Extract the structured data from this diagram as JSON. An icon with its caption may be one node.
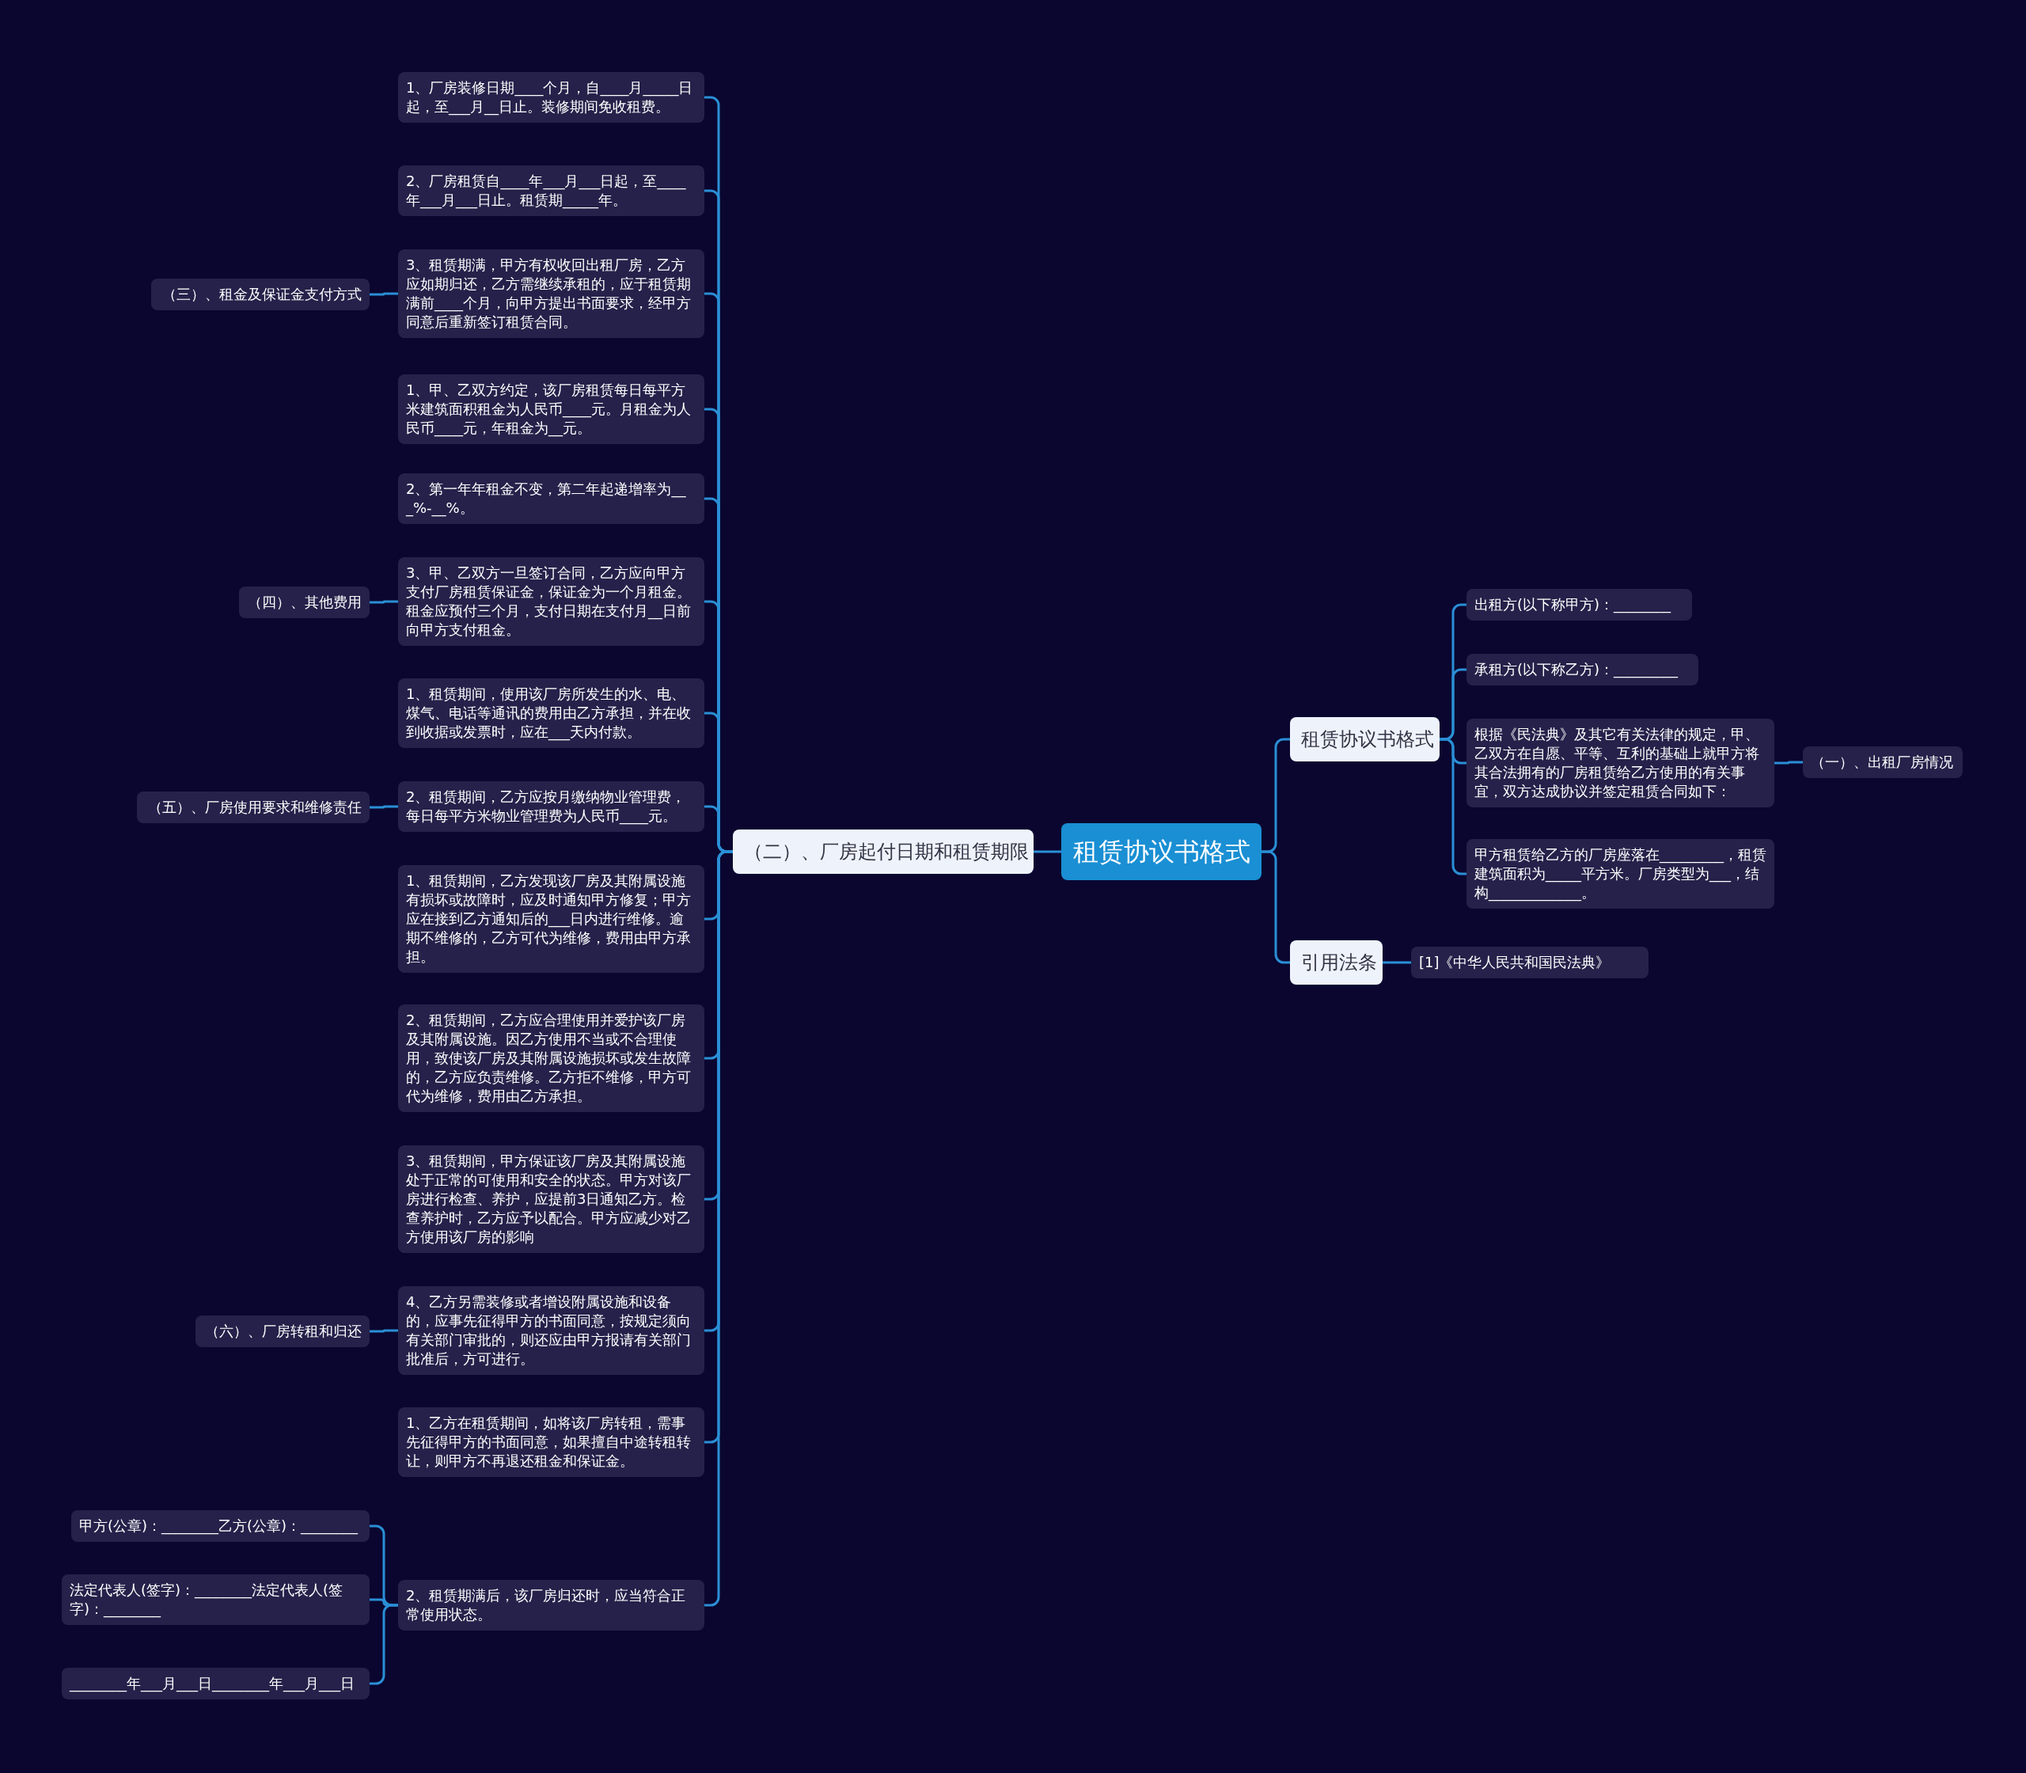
{
  "diagram": {
    "nodes": [
      {
        "text": [
          "租赁协议书格式"
        ]
      },
      {
        "text": [
          "（二）、厂房起付日期和租赁期限"
        ]
      },
      {
        "text": [
          "1、厂房装修日期____个月，自____月_____日起，至___月__日止。装修期间免收租费。"
        ]
      },
      {
        "text": [
          "2、厂房租赁自____年___月___日起，至____年___月___日止。租赁期_____年。"
        ]
      },
      {
        "text": [
          "3、租赁期满，甲方有权收回出租厂房，乙方应如期归还，乙方需继续承租的，应于租赁期满前____个月，向甲方提出书面要求，经甲方同意后重新签订租赁合同。"
        ]
      },
      {
        "text": [
          "1、甲、乙双方约定，该厂房租赁每日每平方米建筑面积租金为人民币____元。月租金为人民币____元，年租金为__元。"
        ]
      },
      {
        "text": [
          "2、第一年年租金不变，第二年起递增率为___%-__%。"
        ]
      },
      {
        "text": [
          "3、甲、乙双方一旦签订合同，乙方应向甲方支付厂房租赁保证金，保证金为一个月租金。租金应预付三个月，支付日期在支付月__日前向甲方支付租金。"
        ]
      },
      {
        "text": [
          "1、租赁期间，使用该厂房所发生的水、电、煤气、电话等通讯的费用由乙方承担，并在收到收据或发票时，应在___天内付款。"
        ]
      },
      {
        "text": [
          "2、租赁期间，乙方应按月缴纳物业管理费，每日每平方米物业管理费为人民币____元。"
        ]
      },
      {
        "text": [
          "1、租赁期间，乙方发现该厂房及其附属设施有损坏或故障时，应及时通知甲方修复；甲方应在接到乙方通知后的___日内进行维修。逾期不维修的，乙方可代为维修，费用由甲方承担。"
        ]
      },
      {
        "text": [
          "2、租赁期间，乙方应合理使用并爱护该厂房及其附属设施。因乙方使用不当或不合理使用，致使该厂房及其附属设施损坏或发生故障的，乙方应负责维修。乙方拒不维修，甲方可代为维修，费用由乙方承担。"
        ]
      },
      {
        "text": [
          "3、租赁期间，甲方保证该厂房及其附属设施处于正常的可使用和安全的状态。甲方对该厂房进行检查、养护，应提前3日通知乙方。检查养护时，乙方应予以配合。甲方应减少对乙方使用该厂房的影响"
        ]
      },
      {
        "text": [
          "4、乙方另需装修或者增设附属设施和设备的，应事先征得甲方的书面同意，按规定须向有关部门审批的，则还应由甲方报请有关部门批准后，方可进行。"
        ]
      },
      {
        "text": [
          "1、乙方在租赁期间，如将该厂房转租，需事先征得甲方的书面同意，如果擅自中途转租转让，则甲方不再退还租金和保证金。"
        ]
      },
      {
        "text": [
          "2、租赁期满后，该厂房归还时，应当符合正常使用状态。"
        ]
      },
      {
        "text": [
          "（三）、租金及保证金支付方式"
        ]
      },
      {
        "text": [
          "（四）、其他费用"
        ]
      },
      {
        "text": [
          "（五）、厂房使用要求和维修责任"
        ]
      },
      {
        "text": [
          "（六）、厂房转租和归还"
        ]
      },
      {
        "text": [
          "甲方(公章)：________乙方(公章)：________"
        ]
      },
      {
        "text": [
          "法定代表人(签字)：________法定代表人(签字)：________"
        ]
      },
      {
        "text": [
          "________年___月___日________年___月___日"
        ]
      },
      {
        "text": [
          "租赁协议书格式"
        ]
      },
      {
        "text": [
          "出租方(以下称甲方)：________"
        ]
      },
      {
        "text": [
          "承租方(以下称乙方)：_________"
        ]
      },
      {
        "text": [
          "根据《民法典》及其它有关法律的规定，甲、乙双方在自愿、平等、互利的基础上就甲方将其合法拥有的厂房租赁给乙方使用的有关事宜，双方达成协议并签定租赁合同如下："
        ]
      },
      {
        "text": [
          "甲方租赁给乙方的厂房座落在_________，租赁建筑面积为_____平方米。厂房类型为___，结构_____________。"
        ]
      },
      {
        "text": [
          "（一）、出租厂房情况"
        ]
      },
      {
        "text": [
          "引用法条"
        ]
      },
      {
        "text": [
          "[1]《中华人民共和国民法典》"
        ]
      }
    ],
    "edges": [
      {
        "from": 0,
        "to": 1,
        "arrow": "none"
      },
      {
        "from": 1,
        "to": 2,
        "arrow": "none"
      },
      {
        "from": 1,
        "to": 3,
        "arrow": "none"
      },
      {
        "from": 1,
        "to": 4,
        "arrow": "none"
      },
      {
        "from": 1,
        "to": 5,
        "arrow": "none"
      },
      {
        "from": 1,
        "to": 6,
        "arrow": "none"
      },
      {
        "from": 1,
        "to": 7,
        "arrow": "none"
      },
      {
        "from": 1,
        "to": 8,
        "arrow": "none"
      },
      {
        "from": 1,
        "to": 9,
        "arrow": "none"
      },
      {
        "from": 1,
        "to": 10,
        "arrow": "none"
      },
      {
        "from": 1,
        "to": 11,
        "arrow": "none"
      },
      {
        "from": 1,
        "to": 12,
        "arrow": "none"
      },
      {
        "from": 1,
        "to": 13,
        "arrow": "none"
      },
      {
        "from": 1,
        "to": 14,
        "arrow": "none"
      },
      {
        "from": 1,
        "to": 15,
        "arrow": "none"
      },
      {
        "from": 4,
        "to": 16,
        "arrow": "none"
      },
      {
        "from": 7,
        "to": 17,
        "arrow": "none"
      },
      {
        "from": 9,
        "to": 18,
        "arrow": "none"
      },
      {
        "from": 13,
        "to": 19,
        "arrow": "none"
      },
      {
        "from": 15,
        "to": 20,
        "arrow": "none"
      },
      {
        "from": 15,
        "to": 21,
        "arrow": "none"
      },
      {
        "from": 15,
        "to": 22,
        "arrow": "none"
      },
      {
        "from": 0,
        "to": 23,
        "arrow": "none"
      },
      {
        "from": 23,
        "to": 24,
        "arrow": "none"
      },
      {
        "from": 23,
        "to": 25,
        "arrow": "none"
      },
      {
        "from": 23,
        "to": 26,
        "arrow": "none"
      },
      {
        "from": 23,
        "to": 27,
        "arrow": "none"
      },
      {
        "from": 26,
        "to": 28,
        "arrow": "none"
      },
      {
        "from": 0,
        "to": 29,
        "arrow": "none"
      },
      {
        "from": 29,
        "to": 30,
        "arrow": "none"
      }
    ]
  }
}
